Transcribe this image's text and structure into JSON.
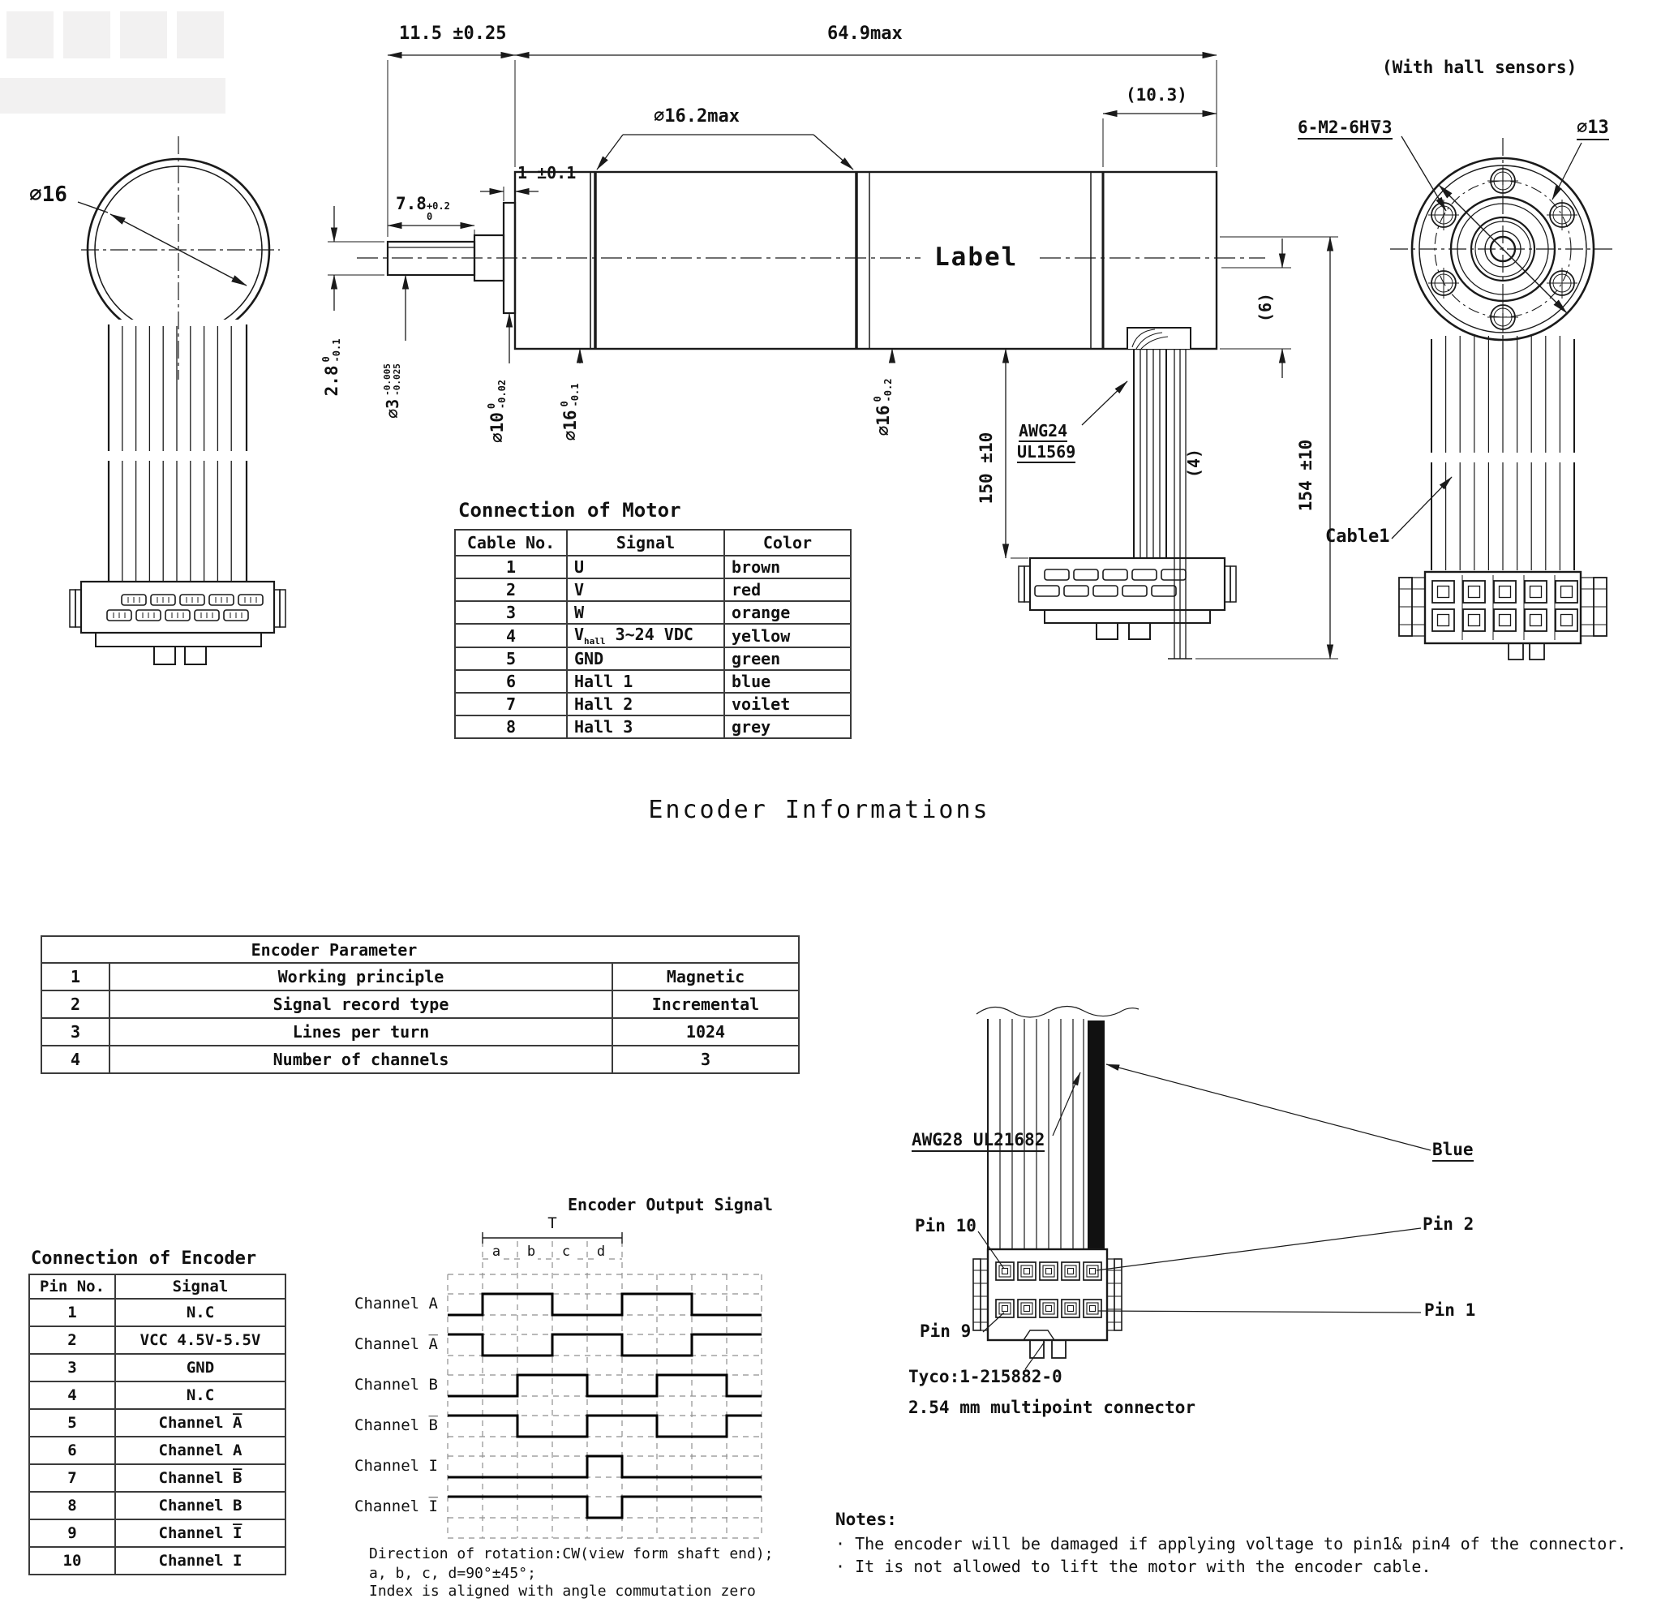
{
  "left_view": {
    "dia_label": "⌀16"
  },
  "main_view": {
    "dim_shaft_total": "11.5 ±0.25",
    "dim_body_length": "64.9max",
    "dim_ring_dia": "⌀16.2max",
    "dim_boss": "1 ±0.1",
    "dim_shaft_len": {
      "v": "7.8",
      "tol_up": "+0.2",
      "tol_dn": "0"
    },
    "dim_flat": {
      "v": "2.8",
      "tol_up": "0",
      "tol_dn": "-0.1"
    },
    "dim_shaft_dia": {
      "v": "⌀3",
      "tol_up": "-0.005",
      "tol_dn": "-0.025"
    },
    "dim_pilot_dia": {
      "v": "⌀10",
      "tol_up": "0",
      "tol_dn": "-0.02"
    },
    "dim_gearbox_dia": {
      "v": "⌀16",
      "tol_up": "0",
      "tol_dn": "-0.1"
    },
    "dim_motor_dia": {
      "v": "⌀16",
      "tol_up": "0",
      "tol_dn": "-0.2"
    },
    "dim_rear": "(10.3)",
    "dim_exit_offset": "(6)",
    "dim_cable_length": "150 ±10",
    "dim_total_length": "154 ±10",
    "dim_encoder_wires": "(4)",
    "body_label": "Label",
    "cable_spec_1": "AWG24",
    "cable_spec_2": "UL1569"
  },
  "right_view": {
    "caption": "(With hall sensors)",
    "screw_callout": "6-M2-6H⊽3",
    "bolt_circle_dia": "⌀13",
    "cable_label": "Cable1"
  },
  "motor_table": {
    "title": "Connection of Motor",
    "headers": [
      "Cable No.",
      "Signal",
      "Color"
    ],
    "rows": [
      [
        "1",
        "U",
        "brown"
      ],
      [
        "2",
        "V",
        "red"
      ],
      [
        "3",
        "W",
        "orange"
      ],
      [
        "4",
        {
          "pre": "V",
          "sub": "hall",
          "post": " 3~24 VDC"
        },
        "yellow"
      ],
      [
        "5",
        "GND",
        "green"
      ],
      [
        "6",
        "Hall 1",
        "blue"
      ],
      [
        "7",
        "Hall 2",
        "voilet"
      ],
      [
        "8",
        "Hall 3",
        "grey"
      ]
    ]
  },
  "encoder_section_title": "Encoder Informations",
  "parameter_table": {
    "title": "Encoder Parameter",
    "rows": [
      [
        "1",
        "Working principle",
        "Magnetic"
      ],
      [
        "2",
        "Signal record type",
        "Incremental"
      ],
      [
        "3",
        "Lines per turn",
        "1024"
      ],
      [
        "4",
        "Number of channels",
        "3"
      ]
    ]
  },
  "encoder_table": {
    "title": "Connection of Encoder",
    "headers": [
      "Pin No.",
      "Signal"
    ],
    "rows": [
      [
        "1",
        "N.C"
      ],
      [
        "2",
        "VCC 4.5V-5.5V"
      ],
      [
        "3",
        "GND"
      ],
      [
        "4",
        "N.C"
      ],
      [
        "5",
        "Channel A̅"
      ],
      [
        "6",
        "Channel A"
      ],
      [
        "7",
        "Channel B̅"
      ],
      [
        "8",
        "Channel B"
      ],
      [
        "9",
        "Channel I̅"
      ],
      [
        "10",
        "Channel I"
      ]
    ]
  },
  "waveform": {
    "title": "Encoder Output Signal",
    "period_label": "T",
    "sub_labels": [
      "a",
      "b",
      "c",
      "d"
    ],
    "channels": [
      "Channel A",
      "Channel A̅",
      "Channel B",
      "Channel B̅",
      "Channel I",
      "Channel I̅"
    ],
    "notes": [
      "Direction of rotation:CW(view form shaft end);",
      "a, b, c, d=90°±45°;",
      "Index is aligned with angle commutation zero"
    ]
  },
  "encoder_connector": {
    "cable_label": "AWG28 UL21682",
    "wire_label": "Blue",
    "pin_labels": [
      "Pin 10",
      "Pin 2",
      "Pin 9",
      "Pin 1"
    ],
    "part_number": "Tyco:1-215882-0",
    "description": "2.54 mm multipoint connector"
  },
  "notes": {
    "title": "Notes:",
    "items": [
      "· The encoder will be damaged if applying voltage to pin1& pin4 of the connector.",
      "· It is not allowed to lift the motor with the encoder cable."
    ]
  }
}
